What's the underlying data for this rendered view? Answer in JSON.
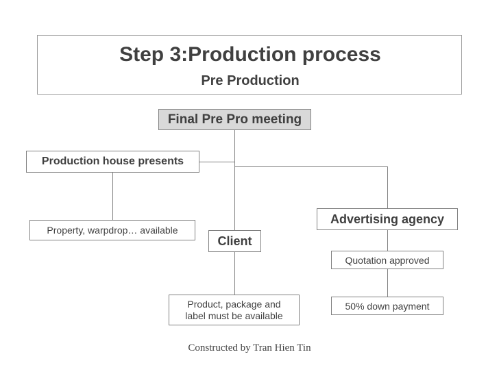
{
  "title": {
    "main": "Step 3:Production process",
    "sub": "Pre Production"
  },
  "nodes": {
    "final_meeting": "Final Pre Pro meeting",
    "production_house": "Production house presents",
    "property": "Property, warpdrop… available",
    "client": "Client",
    "product_line1": "Product, package and",
    "product_line2": "label must be available",
    "agency": "Advertising agency",
    "quotation": "Quotation approved",
    "down_payment": "50% down payment"
  },
  "footer": "Constructed by Tran Hien Tin",
  "colors": {
    "header_fill": "#d9d9d9",
    "border": "#7f7f7f",
    "text": "#3f3f3f"
  }
}
